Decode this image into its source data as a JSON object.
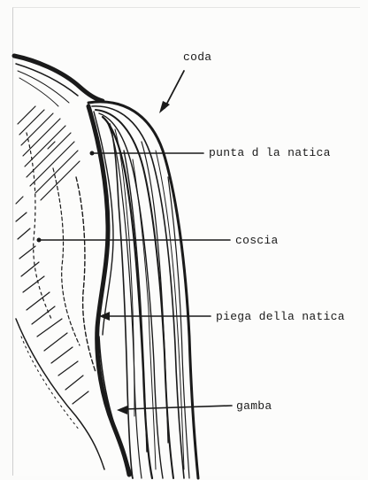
{
  "labels": {
    "coda": "coda",
    "punta_della_natica": "punta d  la natica",
    "coscia": "coscia",
    "piega_della_natica": "piega della natica",
    "gamba": "gamba"
  },
  "colors": {
    "ink": "#1a1a1a",
    "paper": "#fbfbfa"
  }
}
